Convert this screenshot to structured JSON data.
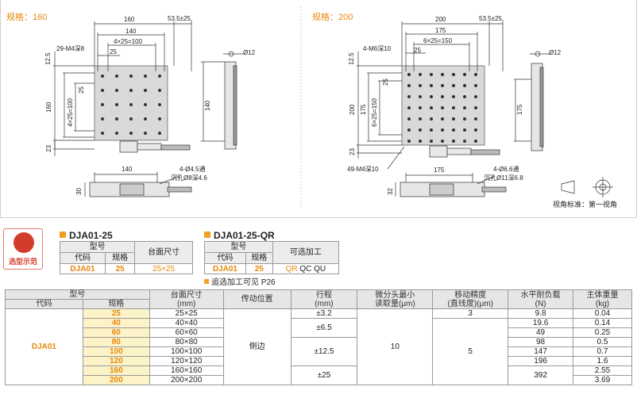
{
  "drawings": {
    "left": {
      "spec": "规格：160",
      "dims": {
        "overall_w": "160",
        "mid_w": "140",
        "pitch": "4×25=100",
        "offset": "25",
        "corner": "53.5±25",
        "holes": "29-M4深8",
        "edge": "12.5",
        "side_h": "160",
        "pitch_v": "4×25=100",
        "v25": "25",
        "base": "23",
        "shaft": "Ø12",
        "side_len": "140",
        "bottom_w": "140",
        "thru": "4-Ø4.5通",
        "counter": "沉孔Ø8深4.6",
        "height": "30"
      }
    },
    "right": {
      "spec": "规格：200",
      "dims": {
        "overall_w": "200",
        "mid_w": "175",
        "pitch": "6×25=150",
        "offset": "25",
        "corner": "53.5±25",
        "holes": "4-M6深10",
        "edge": "12.5",
        "side_h": "200",
        "mid_h": "175",
        "pitch_v": "6×25=150",
        "v25": "25",
        "base": "23",
        "holes2": "49-M4深10",
        "shaft": "Ø12",
        "side_len": "175",
        "bottom_w": "175",
        "thru": "4-Ø6.6通",
        "counter": "沉孔Ø11深6.8",
        "height": "32"
      }
    },
    "view_note": "视角标准：第一视角"
  },
  "sample_label": "选型示范",
  "product1": {
    "title": "DJA01-25",
    "h_model": "型号",
    "h_code": "代码",
    "h_spec": "规格",
    "h_table": "台面尺寸",
    "code": "DJA01",
    "spec": "25",
    "table": "25×25"
  },
  "product2": {
    "title": "DJA01-25-QR",
    "h_model": "型号",
    "h_code": "代码",
    "h_spec": "规格",
    "h_add": "可选加工",
    "code": "DJA01",
    "spec": "25",
    "add_qr": "QR",
    "add_rest": "QC  QU",
    "note": "追选加工可见 P26"
  },
  "main_table": {
    "headers": {
      "model": "型号",
      "code": "代码",
      "spec": "规格",
      "table_size": "台面尺寸",
      "table_size_unit": "(mm)",
      "drive": "传动位置",
      "stroke": "行程",
      "stroke_unit": "(mm)",
      "micro": "微分头最小",
      "micro_unit": "读取量(μm)",
      "accuracy": "移动精度",
      "accuracy_unit": "(直线度)(μm)",
      "load": "水平耐负载",
      "load_unit": "(N)",
      "weight": "主体重量",
      "weight_unit": "(kg)"
    },
    "code": "DJA01",
    "drive": "侧边",
    "micro": "10",
    "rows": [
      {
        "spec": "25",
        "size": "25×25",
        "load": "9.8",
        "weight": "0.04"
      },
      {
        "spec": "40",
        "size": "40×40",
        "load": "19.6",
        "weight": "0.14"
      },
      {
        "spec": "60",
        "size": "60×60",
        "load": "49",
        "weight": "0.25"
      },
      {
        "spec": "80",
        "size": "80×80",
        "load": "98",
        "weight": "0.5"
      },
      {
        "spec": "100",
        "size": "100×100",
        "load": "147",
        "weight": "0.7"
      },
      {
        "spec": "120",
        "size": "120×120",
        "load": "196",
        "weight": "1.6"
      },
      {
        "spec": "160",
        "size": "160×160",
        "load": "392",
        "weight": "2.55"
      },
      {
        "spec": "200",
        "size": "200×200",
        "weight": "3.69"
      }
    ],
    "strokes": [
      "±3.2",
      "±6.5",
      "±12.5",
      "±25"
    ],
    "accuracy": [
      "3",
      "5"
    ]
  }
}
